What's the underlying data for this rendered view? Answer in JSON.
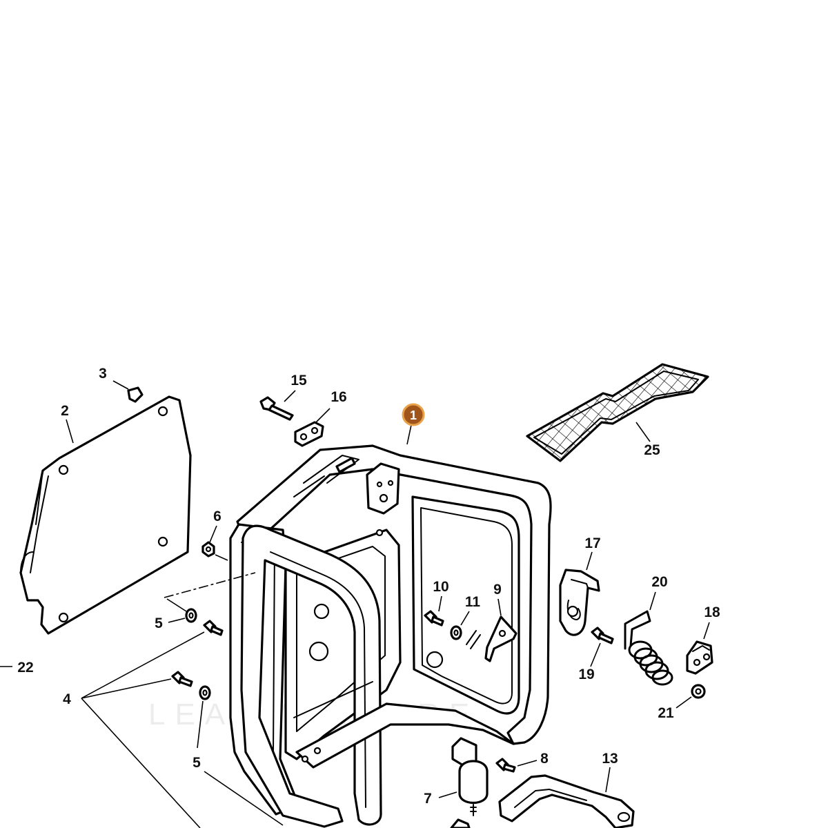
{
  "watermark": "LEADVENTURE",
  "highlighted_part": "1",
  "callouts": {
    "c1": "1",
    "c2": "2",
    "c3": "3",
    "c4": "4",
    "c5a": "5",
    "c5b": "5",
    "c6": "6",
    "c7": "7",
    "c8": "8",
    "c9": "9",
    "c10": "10",
    "c11": "11",
    "c13": "13",
    "c15": "15",
    "c16": "16",
    "c17": "17",
    "c18": "18",
    "c19": "19",
    "c20": "20",
    "c21": "21",
    "c22": "22",
    "c25": "25"
  },
  "colors": {
    "highlight_fill": "#a0561a",
    "highlight_ring": "#e8a34a",
    "line": "#000000"
  }
}
